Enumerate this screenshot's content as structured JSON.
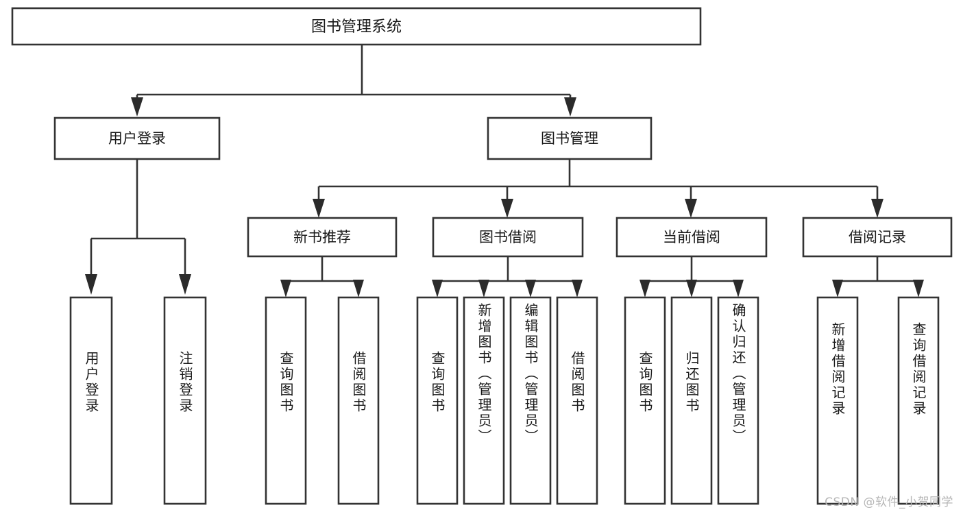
{
  "diagram": {
    "type": "tree-hierarchy",
    "title": "图书管理系统",
    "root": {
      "id": "root",
      "label": "图书管理系统",
      "orientation": "horizontal"
    },
    "level2": [
      {
        "id": "user-login",
        "label": "用户登录",
        "orientation": "horizontal"
      },
      {
        "id": "book-manage",
        "label": "图书管理",
        "orientation": "horizontal"
      }
    ],
    "level3": [
      {
        "id": "new-book-recommend",
        "label": "新书推荐",
        "parent": "book-manage",
        "orientation": "horizontal"
      },
      {
        "id": "book-borrow",
        "label": "图书借阅",
        "parent": "book-manage",
        "orientation": "horizontal"
      },
      {
        "id": "current-borrow",
        "label": "当前借阅",
        "parent": "book-manage",
        "orientation": "horizontal"
      },
      {
        "id": "borrow-record",
        "label": "借阅记录",
        "parent": "book-manage",
        "orientation": "horizontal"
      }
    ],
    "leaves": [
      {
        "id": "leaf-user-login",
        "label": "用户登录",
        "parent": "user-login",
        "orientation": "vertical"
      },
      {
        "id": "leaf-user-logout",
        "label": "注销登录",
        "parent": "user-login",
        "orientation": "vertical"
      },
      {
        "id": "leaf-query-book-1",
        "label": "查询图书",
        "parent": "new-book-recommend",
        "orientation": "vertical"
      },
      {
        "id": "leaf-borrow-book-1",
        "label": "借阅图书",
        "parent": "new-book-recommend",
        "orientation": "vertical"
      },
      {
        "id": "leaf-query-book-2",
        "label": "查询图书",
        "parent": "book-borrow",
        "orientation": "vertical"
      },
      {
        "id": "leaf-add-book",
        "label": "新增图书（管理员）",
        "parent": "book-borrow",
        "orientation": "vertical"
      },
      {
        "id": "leaf-edit-book",
        "label": "编辑图书（管理员）",
        "parent": "book-borrow",
        "orientation": "vertical"
      },
      {
        "id": "leaf-borrow-book-2",
        "label": "借阅图书",
        "parent": "book-borrow",
        "orientation": "vertical"
      },
      {
        "id": "leaf-query-book-3",
        "label": "查询图书",
        "parent": "current-borrow",
        "orientation": "vertical"
      },
      {
        "id": "leaf-return-book",
        "label": "归还图书",
        "parent": "current-borrow",
        "orientation": "vertical"
      },
      {
        "id": "leaf-confirm-return",
        "label": "确认归还（管理员）",
        "parent": "current-borrow",
        "orientation": "vertical"
      },
      {
        "id": "leaf-add-record",
        "label": "新增借阅记录",
        "parent": "borrow-record",
        "orientation": "vertical"
      },
      {
        "id": "leaf-query-record",
        "label": "查询借阅记录",
        "parent": "borrow-record",
        "orientation": "vertical"
      }
    ],
    "colors": {
      "background": "#ffffff",
      "box_fill": "#ffffff",
      "box_stroke": "#333333",
      "connector": "#333333",
      "arrow": "#2b2b2b",
      "text": "#1a1a1a",
      "watermark": "#b6b6b6"
    }
  },
  "watermark": {
    "text": "CSDN @软件_小贺同学"
  }
}
